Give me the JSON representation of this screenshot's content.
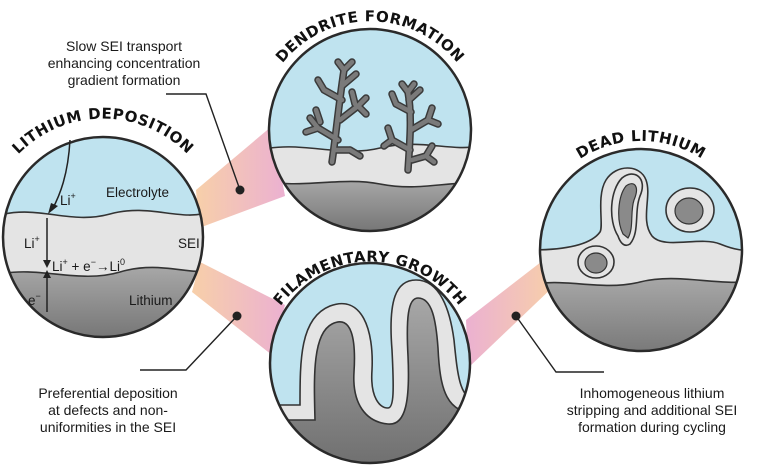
{
  "titles": {
    "deposition": "LITHIUM DEPOSITION",
    "dendrite": "DENDRITE FORMATION",
    "filamentary": "FILAMENTARY GROWTH",
    "dead": "DEAD LITHIUM"
  },
  "labels": {
    "electrolyte": "Electrolyte",
    "sei": "SEI",
    "lithium": "Lithium",
    "li_ion_top": "Li",
    "li_ion_mid": "Li",
    "plus": "+",
    "reaction_main": "Li",
    "reaction_rest": " + e",
    "reaction_arrow": "→Li",
    "reaction_zero": "0",
    "minus": "−",
    "electron": "e"
  },
  "captions": {
    "slow_sei": [
      "Slow SEI transport",
      "enhancing concentration",
      "gradient formation"
    ],
    "preferential": [
      "Preferential deposition",
      "at defects and non-",
      "uniformities in the SEI"
    ],
    "inhomogeneous": [
      "Inhomogeneous lithium",
      "stripping and additional SEI",
      "formation during cycling"
    ]
  },
  "colors": {
    "electrolyte": "#bfe3ef",
    "sei": "#e4e4e4",
    "lithium": "#8a8a8a",
    "outline": "#2a2a2a",
    "connector_left": "#e7a2c4",
    "connector_right": "#f4c98c"
  }
}
